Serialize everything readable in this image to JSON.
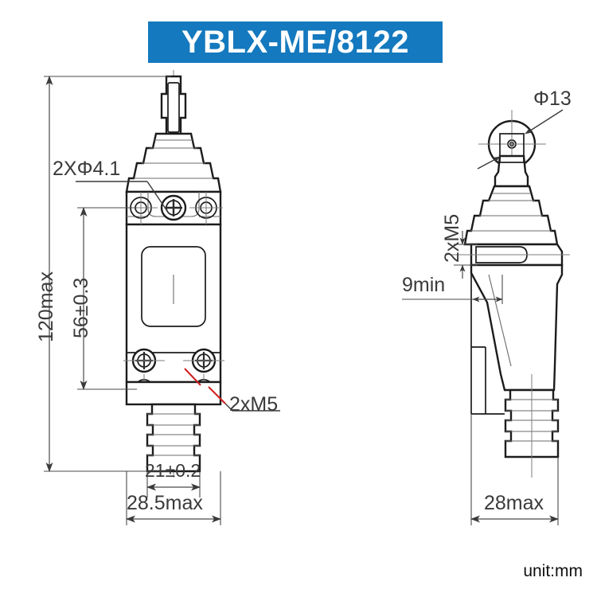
{
  "title_banner": {
    "text": "YBLX-ME/8122",
    "background_color": "#1479be",
    "text_color": "#ffffff"
  },
  "unit_note": {
    "text": "unit:mm"
  },
  "drawing": {
    "type": "engineering-dimension-drawing",
    "subject": "limit switch YBLX-ME/8122",
    "views": [
      {
        "name": "front-view",
        "position": "left",
        "description": "front elevation showing plunger, bellows boot, body and cable gland"
      },
      {
        "name": "side-view",
        "position": "right",
        "description": "side elevation showing roller lever head, bellows boot, body and cable gland"
      }
    ]
  },
  "labels": {
    "overall_height": "120max",
    "mount_hole_pitch": "56±0.3",
    "mount_hole_dia": "2XΦ4.1",
    "thread_front": "2xM5",
    "thread_side": "2xM5",
    "roller_dia": "Φ13",
    "lever_min": "9min",
    "inner_width": "21±0.2",
    "front_width": "28.5max",
    "side_width": "28max"
  },
  "dimension_values": {
    "overall_height_mm": 120,
    "mount_hole_pitch_mm": 56,
    "mount_hole_pitch_tol_mm": 0.3,
    "mount_hole_diameter_mm": 4.1,
    "mount_hole_count": 2,
    "thread_size": "M5",
    "thread_count": 2,
    "roller_diameter_mm": 13,
    "lever_clearance_min_mm": 9,
    "inner_width_mm": 21,
    "inner_width_tol_mm": 0.2,
    "front_width_max_mm": 28.5,
    "side_width_max_mm": 28,
    "unit": "mm"
  },
  "colors": {
    "banner": "#1479be",
    "banner_text": "#ffffff",
    "outline": "#1c1c1c",
    "dimension_text": "#3a3a3a",
    "dimension_line": "#4a4a4a",
    "leader_red": "#d01f1f",
    "unit_text": "#111111",
    "background": "#ffffff"
  }
}
